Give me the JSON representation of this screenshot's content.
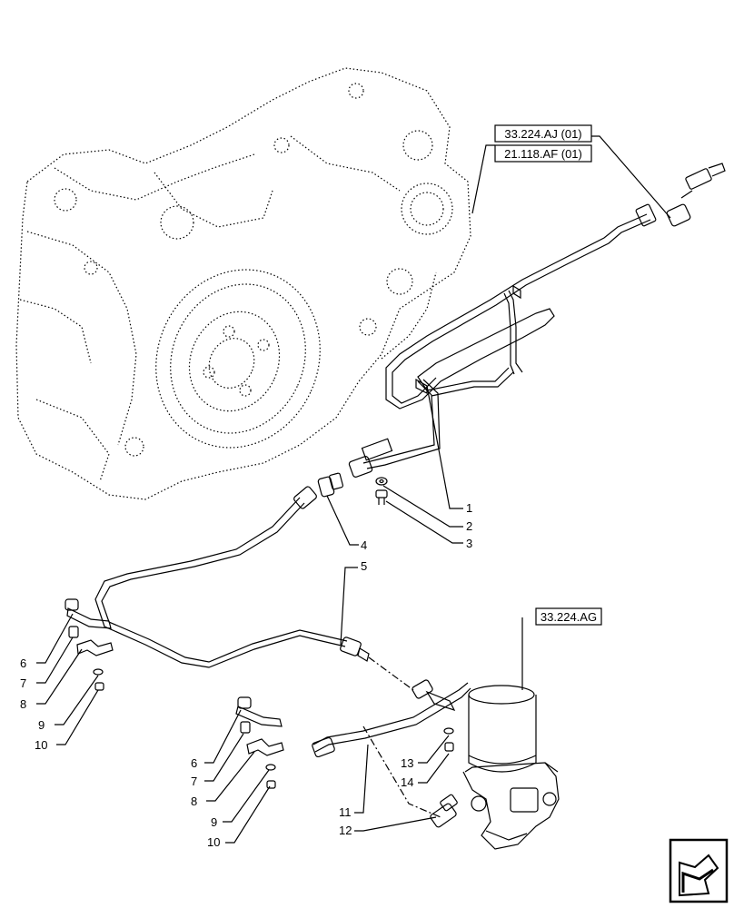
{
  "references": [
    "33.224.AJ (01)",
    "21.118.AF (01)",
    "33.224.AG"
  ],
  "callouts": [
    "1",
    "2",
    "3",
    "4",
    "5",
    "6",
    "7",
    "8",
    "9",
    "10",
    "6",
    "7",
    "8",
    "9",
    "10",
    "11",
    "12",
    "13",
    "14"
  ],
  "icons": {
    "transmission": "transmission-housing-icon",
    "pipe_upper": "pipe-upper-icon",
    "pipe_lower": "pipe-lower-icon",
    "dryer": "air-dryer-icon",
    "nav": "navigation-arrow-icon"
  }
}
